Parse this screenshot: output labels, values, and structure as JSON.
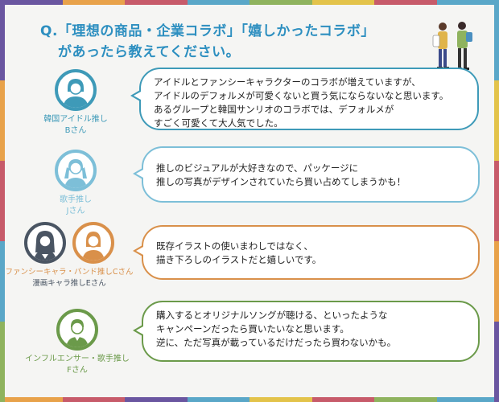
{
  "title": {
    "line1": "Q.「理想の商品・企業コラボ」「嬉しかったコラボ」",
    "line2": "があったら教えてください。"
  },
  "colors": {
    "accent": "#2d8fc0",
    "teal": "#3e9ab8",
    "light_blue": "#7dbfd8",
    "gray": "#4a5563",
    "orange": "#d9904a",
    "green": "#6b9a4a"
  },
  "speakers": [
    {
      "label1": "韓国アイドル推し",
      "label2": "Bさん",
      "icon": "woman-short-hair-icon",
      "comment": [
        "アイドルとファンシーキャラクターのコラボが増えていますが、",
        "アイドルのデフォルメが可愛くないと買う気にならないなと思います。",
        "あるグループと韓国サンリオのコラボでは、デフォルメが",
        "すごく可愛くて大人気でした。"
      ]
    },
    {
      "label1": "歌手推し",
      "label2": "Jさん",
      "icon": "woman-pigtails-icon",
      "comment": [
        "推しのビジュアルが大好きなので、パッケージに",
        "推しの写真がデザインされていたら買い占めてしまうかも！"
      ]
    },
    {
      "label1": "ファンシーキャラ・バンド推しCさん",
      "label2": "漫画キャラ推しEさん",
      "icon": "woman-long-hair-icon",
      "icon2": "woman-bob-hair-icon",
      "comment": [
        "既存イラストの使いまわしではなく、",
        "描き下ろしのイラストだと嬉しいです。"
      ]
    },
    {
      "label1": "インフルエンサー・歌手推し",
      "label2": "Fさん",
      "icon": "man-short-hair-icon",
      "comment": [
        "購入するとオリジナルソングが聴ける、といったような",
        "キャンペーンだったら買いたいなと思います。",
        "逆に、ただ写真が載っているだけだったら買わないかも。"
      ]
    }
  ]
}
